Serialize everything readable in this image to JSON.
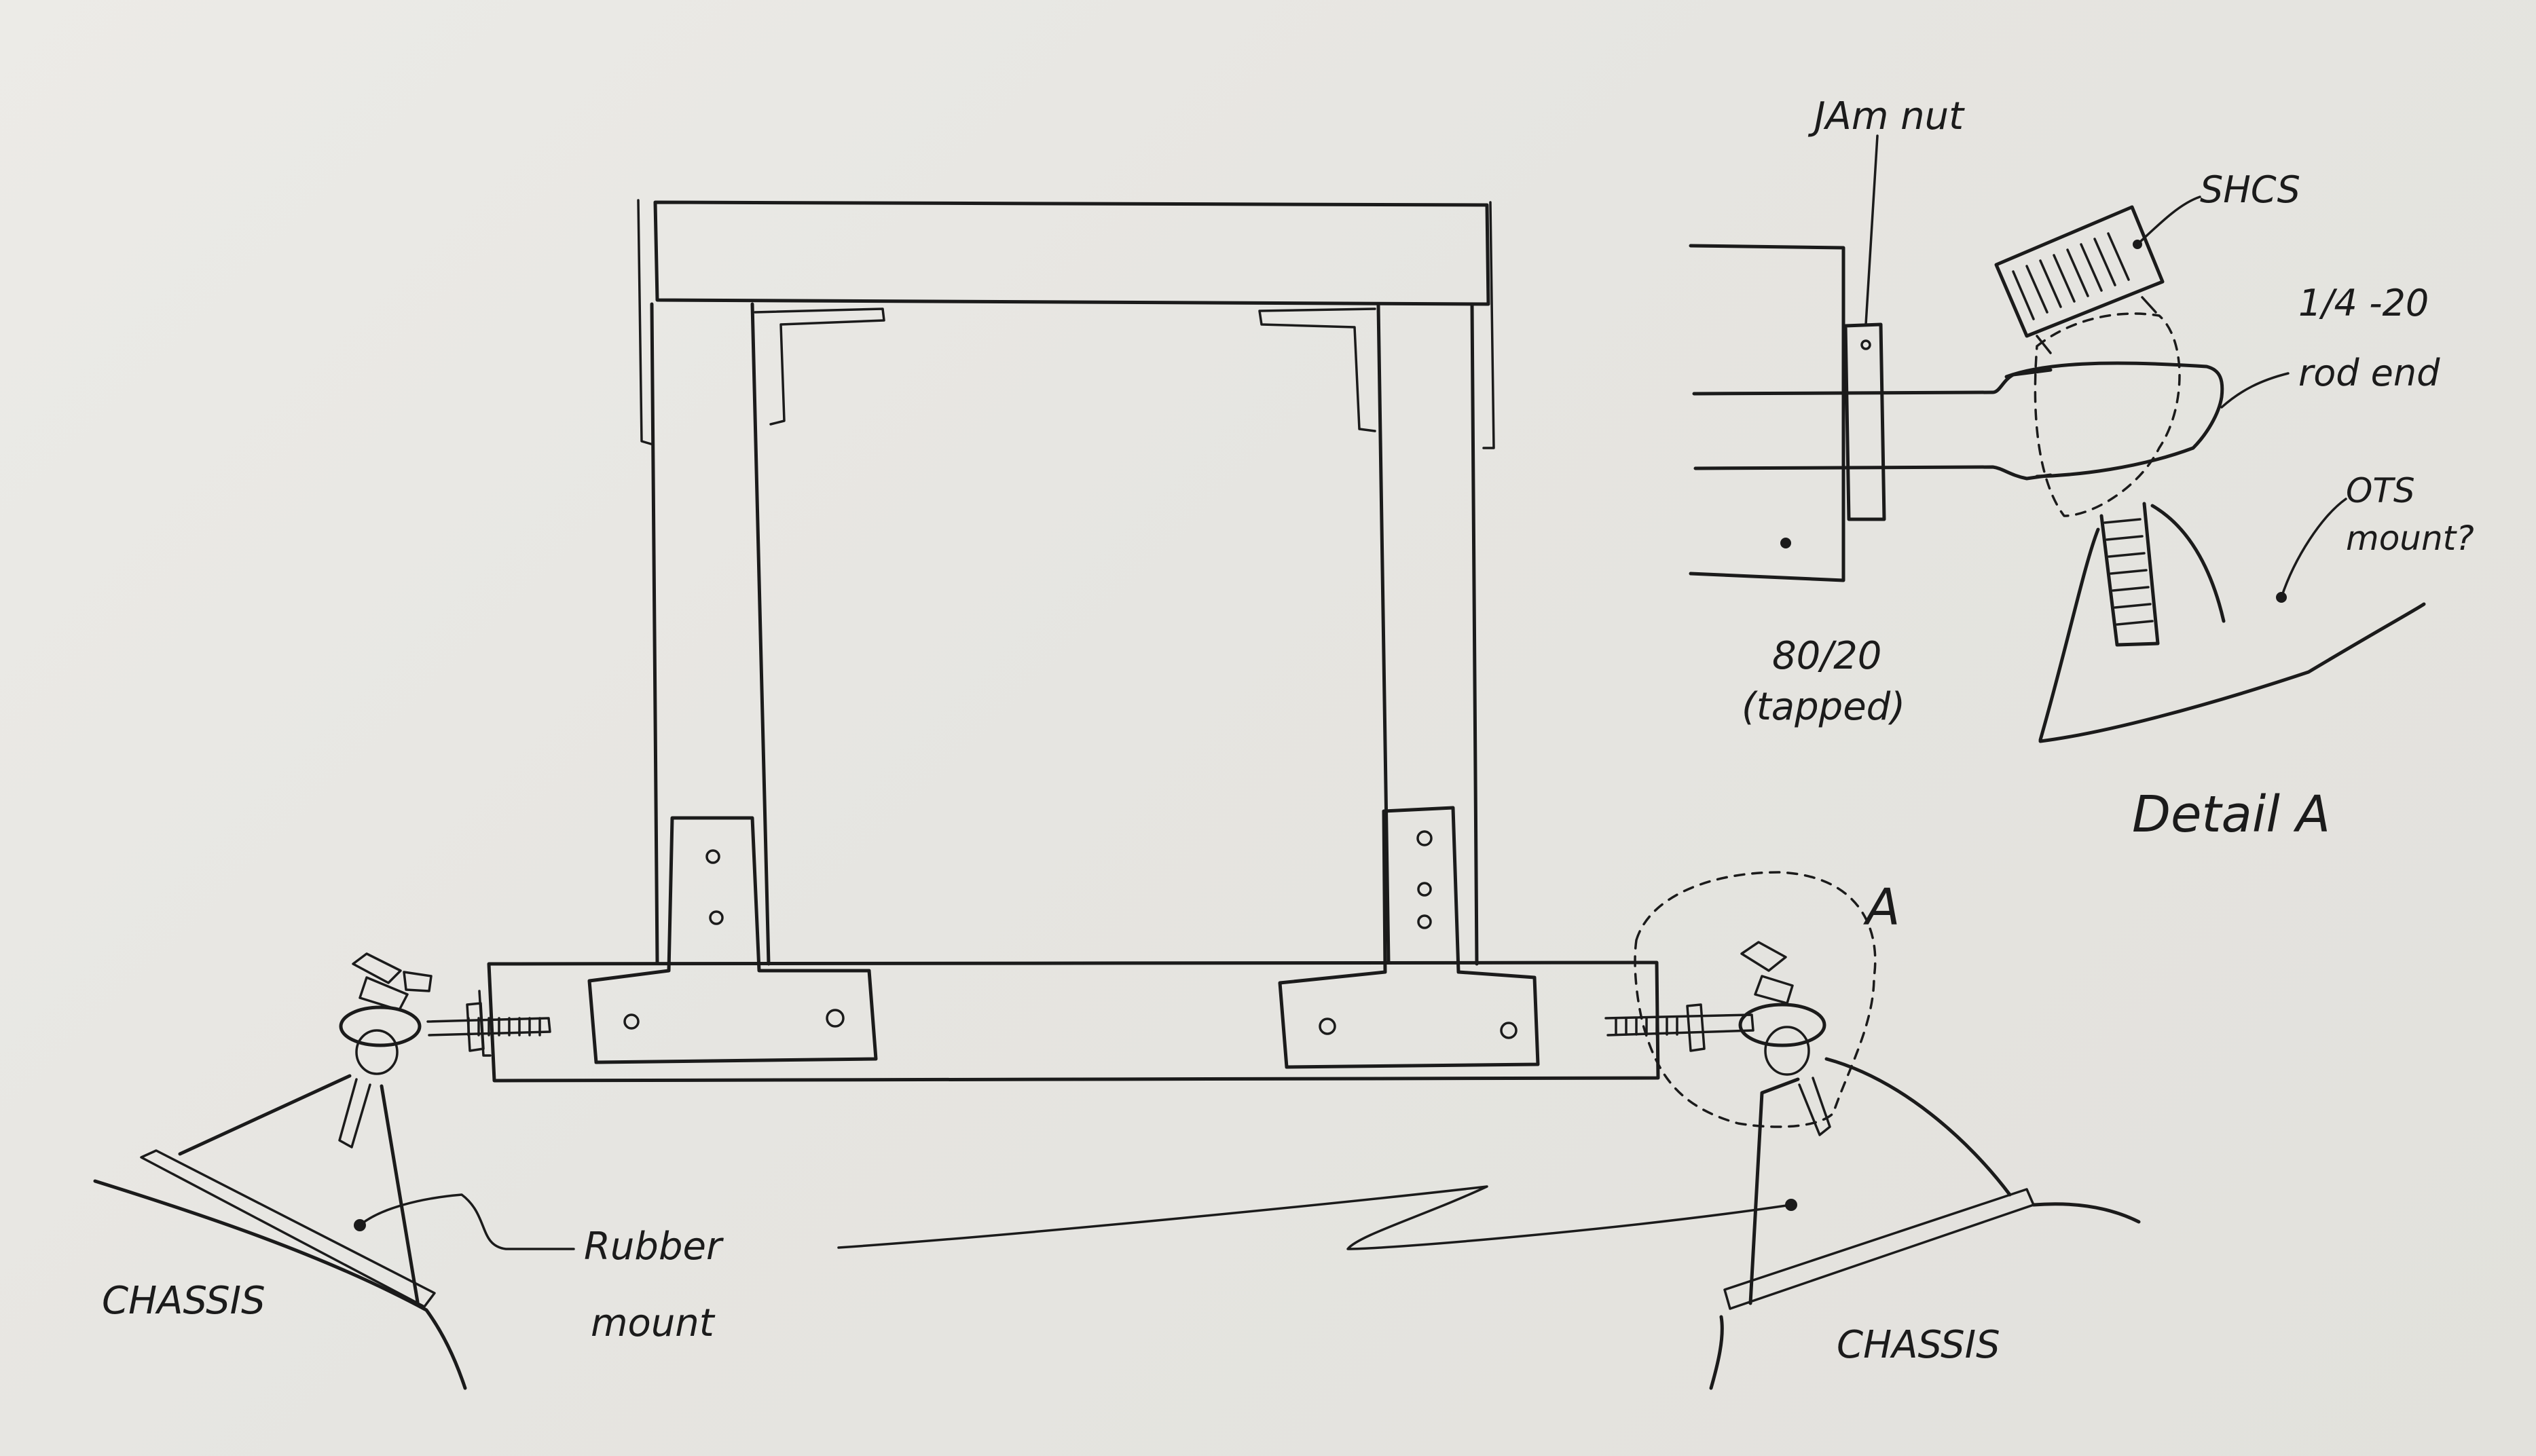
{
  "labels": {
    "jam_nut": "JAm nut",
    "shcs": "SHCS",
    "rod_size": "1/4 -20",
    "rod_end": "rod end",
    "ots_mount_line1": "OTS",
    "ots_mount_line2": "mount?",
    "extrusion_line1": "80/20",
    "extrusion_line2": "(tapped)",
    "detail_title": "Detail A",
    "detail_callout": "A",
    "rubber_mount_line1": "Rubber",
    "rubber_mount_line2": "mount",
    "chassis_left": "CHASSIS",
    "chassis_right": "CHASSIS"
  },
  "colors": {
    "ink": "#1b1b1b",
    "paper": "#e9e8e4"
  }
}
